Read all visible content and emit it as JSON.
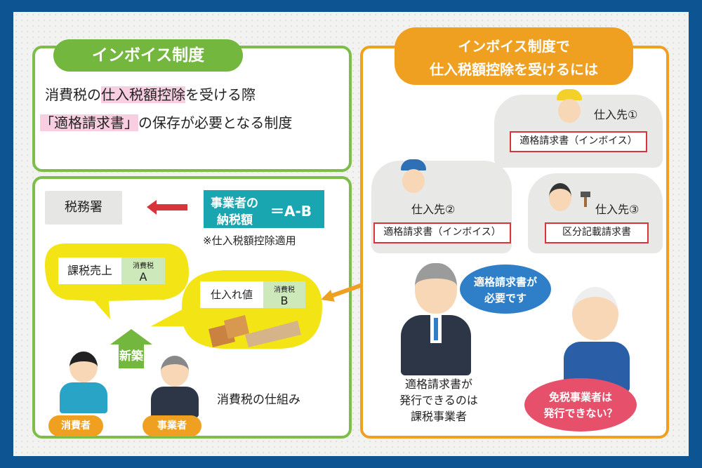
{
  "left_top": {
    "title": "インボイス制度",
    "line1_before": "消費税の",
    "line1_highlight": "仕入税額控除",
    "line1_after": "を受ける際",
    "line2_highlight": "「適格請求書」",
    "line2_after": "の保存が必要となる制度"
  },
  "left_bottom": {
    "tax_office": "税務署",
    "tax_formula_line1": "事業者の",
    "tax_formula_line2": "納税額",
    "tax_formula_result": "＝A-B",
    "note": "※仕入税額控除適用",
    "sales_label": "課税売上",
    "sales_tax_small": "消費税",
    "sales_tax_letter": "A",
    "purchase_label": "仕入れ値",
    "purchase_tax_small": "消費税",
    "purchase_tax_letter": "B",
    "house_label": "新築",
    "mechanism": "消費税の仕組み",
    "consumer": "消費者",
    "business": "事業者"
  },
  "right": {
    "title_line1": "インボイス制度で",
    "title_line2": "仕入税額控除を受けるには",
    "supplier1": "仕入先①",
    "supplier1_doc": "適格請求書（インボイス）",
    "supplier2": "仕入先②",
    "supplier2_doc": "適格請求書（インボイス）",
    "supplier3": "仕入先③",
    "supplier3_doc": "区分記載請求書",
    "bubble_need_line1": "適格請求書が",
    "bubble_need_line2": "必要です",
    "bubble_cannot_line1": "免税事業者は",
    "bubble_cannot_line2": "発行できない？",
    "caption_line1": "適格請求書が",
    "caption_line2": "発行できるのは",
    "caption_line3": "課税事業者"
  },
  "colors": {
    "frame": "#0d5592",
    "green": "#74b73f",
    "orange": "#f0a021",
    "teal": "#1aa6b0",
    "yellow": "#f3e416",
    "red": "#d9343a",
    "pink": "#f0a0c0",
    "blue_bubble": "#2f7fc8",
    "pink_bubble": "#e6506a"
  }
}
